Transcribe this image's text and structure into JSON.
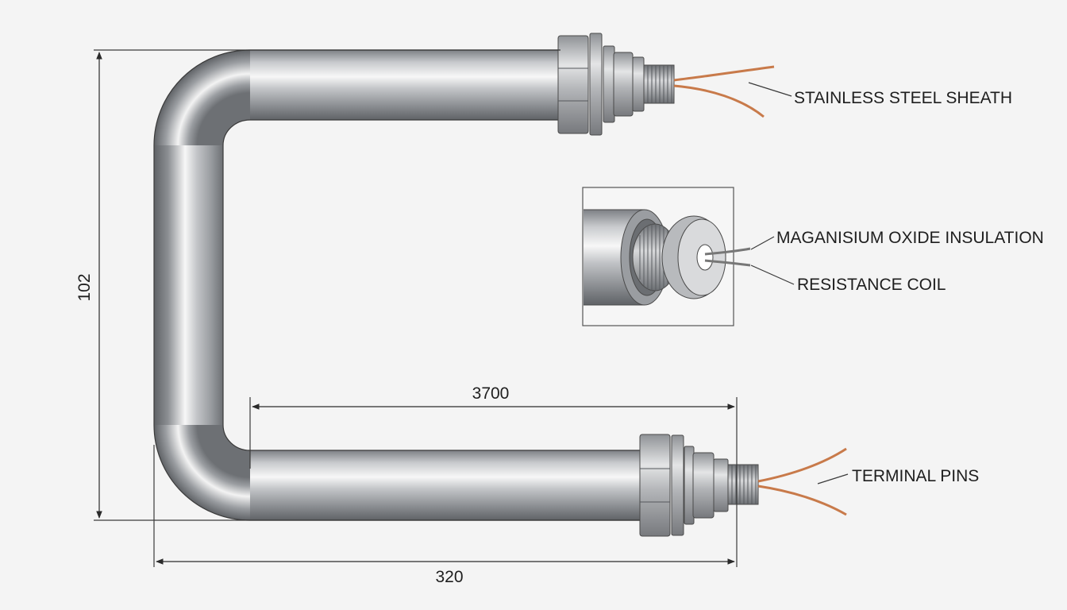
{
  "labels": {
    "sheath": "STAINLESS STEEL SHEATH",
    "insulation": "MAGANISIUM OXIDE INSULATION",
    "coil": "RESISTANCE COIL",
    "pins": "TERMINAL PINS"
  },
  "dimensions": {
    "height": "102",
    "straight_length": "3700",
    "overall_length": "320"
  },
  "colors": {
    "background": "#f4f4f4",
    "copper": "#c87a4a",
    "steel": "#b9bcc0"
  }
}
